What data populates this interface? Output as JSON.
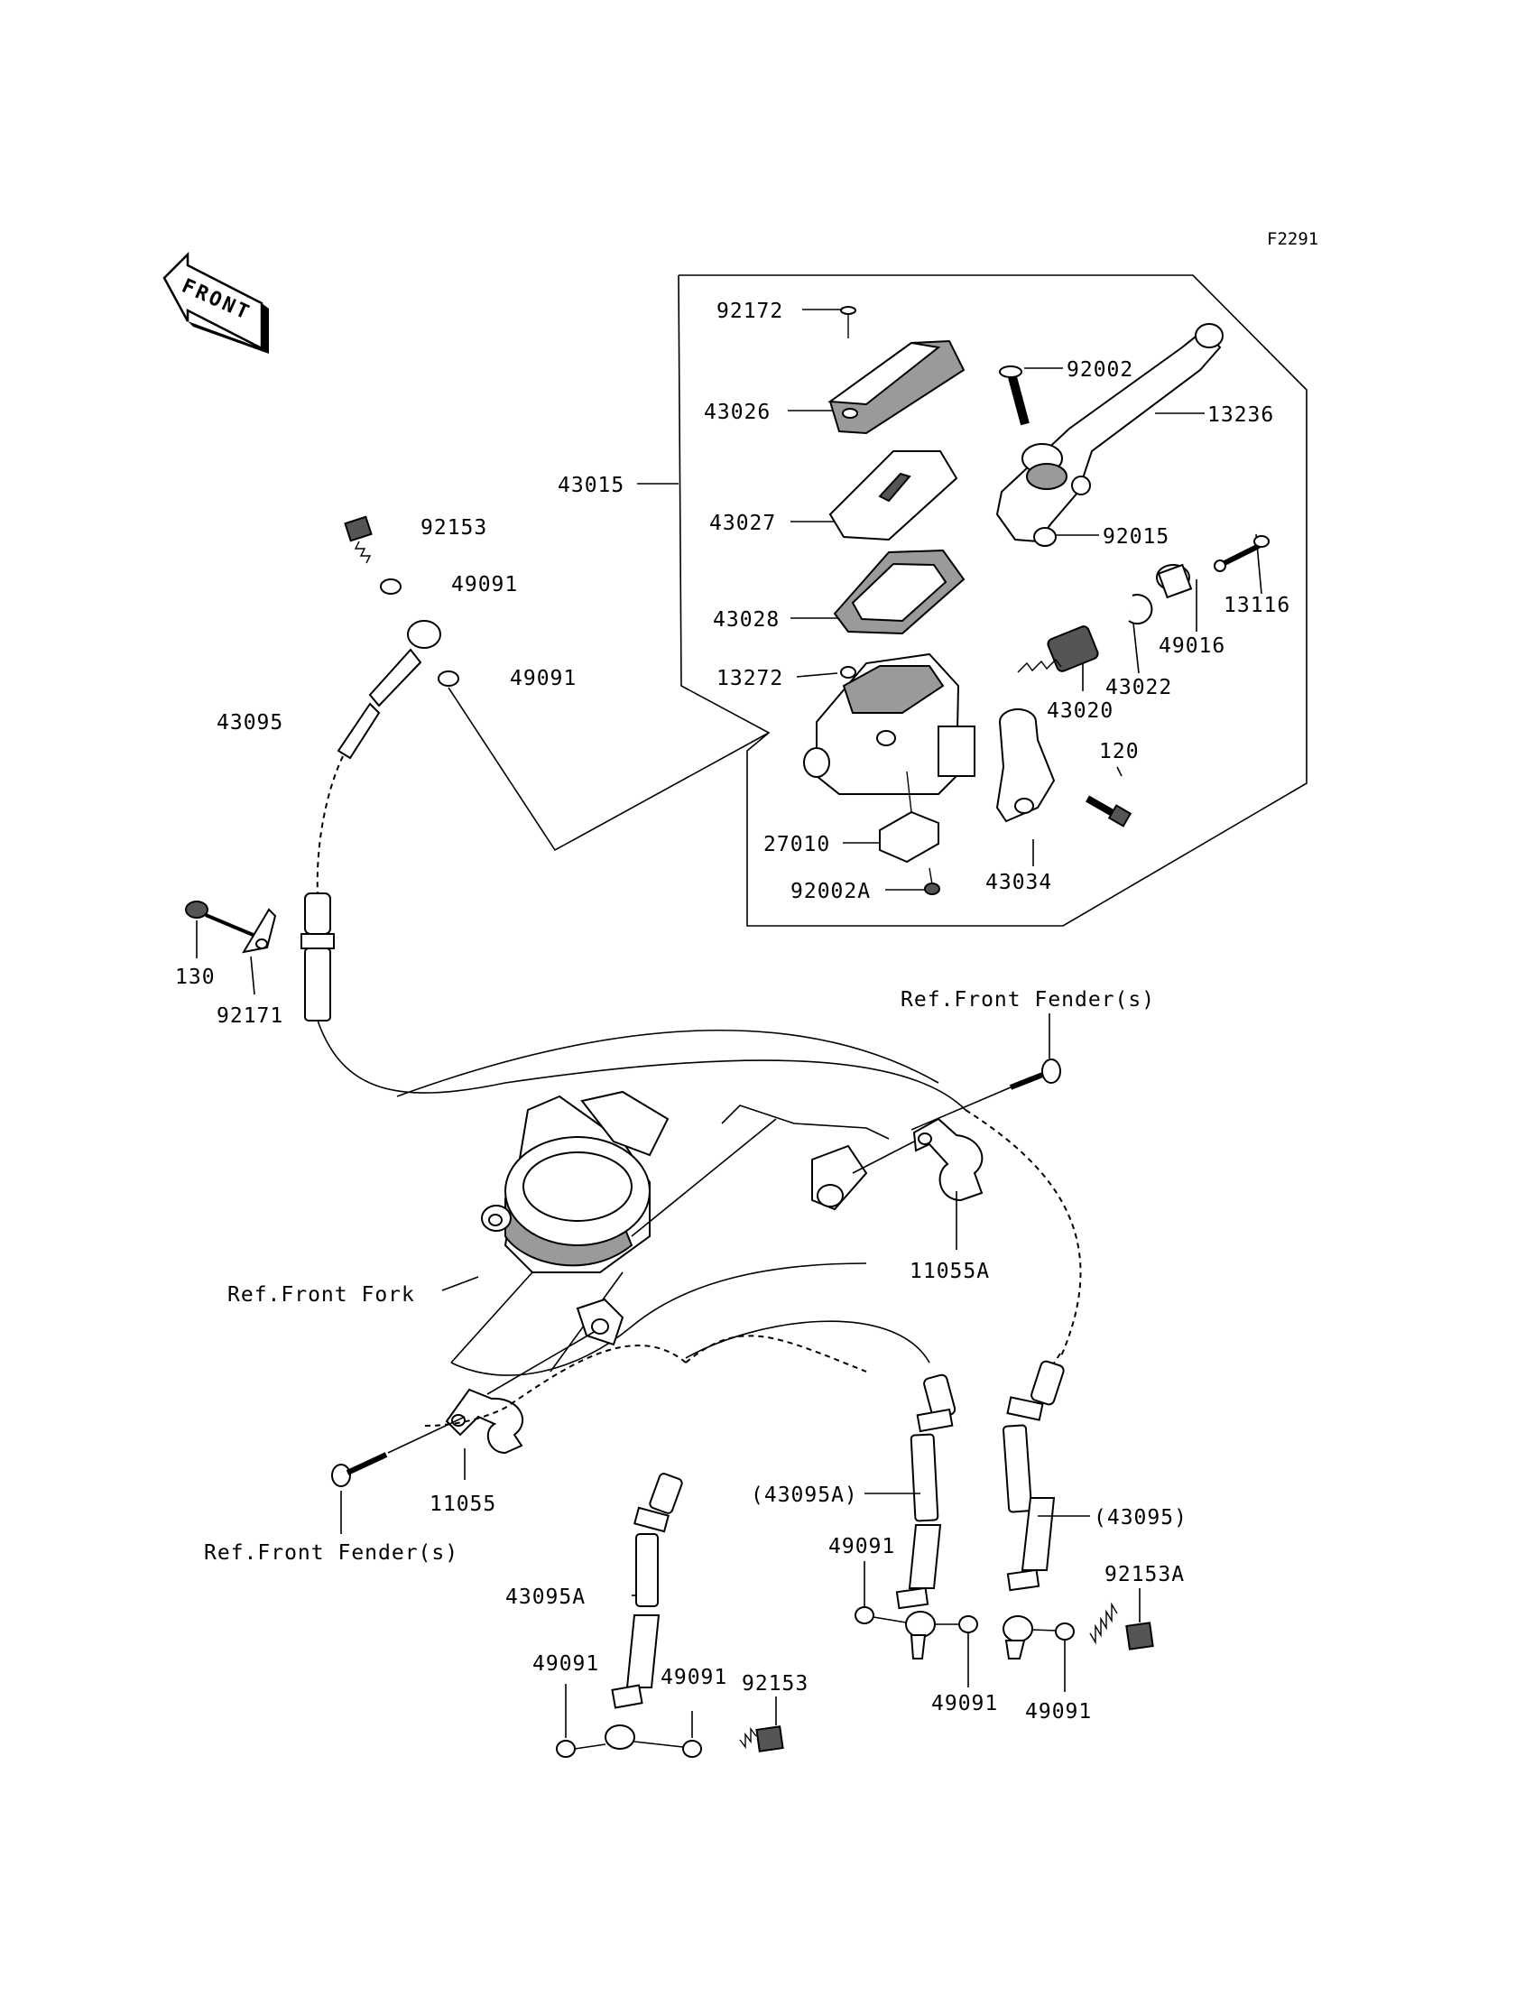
{
  "figure_code": "F2291",
  "front_arrow": "FRONT",
  "labels": {
    "p92172": "92172",
    "p43026": "43026",
    "p43015": "43015",
    "p43027": "43027",
    "p43028": "43028",
    "p13272": "13272",
    "p27010": "27010",
    "p92002A": "92002A",
    "p92002": "92002",
    "p13236": "13236",
    "p92015": "92015",
    "p13116": "13116",
    "p49016": "49016",
    "p43022": "43022",
    "p43020": "43020",
    "p120": "120",
    "p43034": "43034",
    "p92153_top": "92153",
    "p49091_a": "49091",
    "p49091_b": "49091",
    "p43095": "43095",
    "p130": "130",
    "p92171": "92171",
    "ref_front_fender_top": "Ref.Front Fender(s)",
    "p11055A": "11055A",
    "ref_front_fork": "Ref.Front Fork",
    "p11055": "11055",
    "ref_front_fender_bottom": "Ref.Front Fender(s)",
    "p43095A_paren": "(43095A)",
    "p43095_paren": "(43095)",
    "p49091_c": "49091",
    "p92153A": "92153A",
    "p43095A": "43095A",
    "p49091_d": "49091",
    "p49091_e": "49091",
    "p92153_bottom": "92153",
    "p49091_f": "49091",
    "p49091_g": "49091"
  }
}
